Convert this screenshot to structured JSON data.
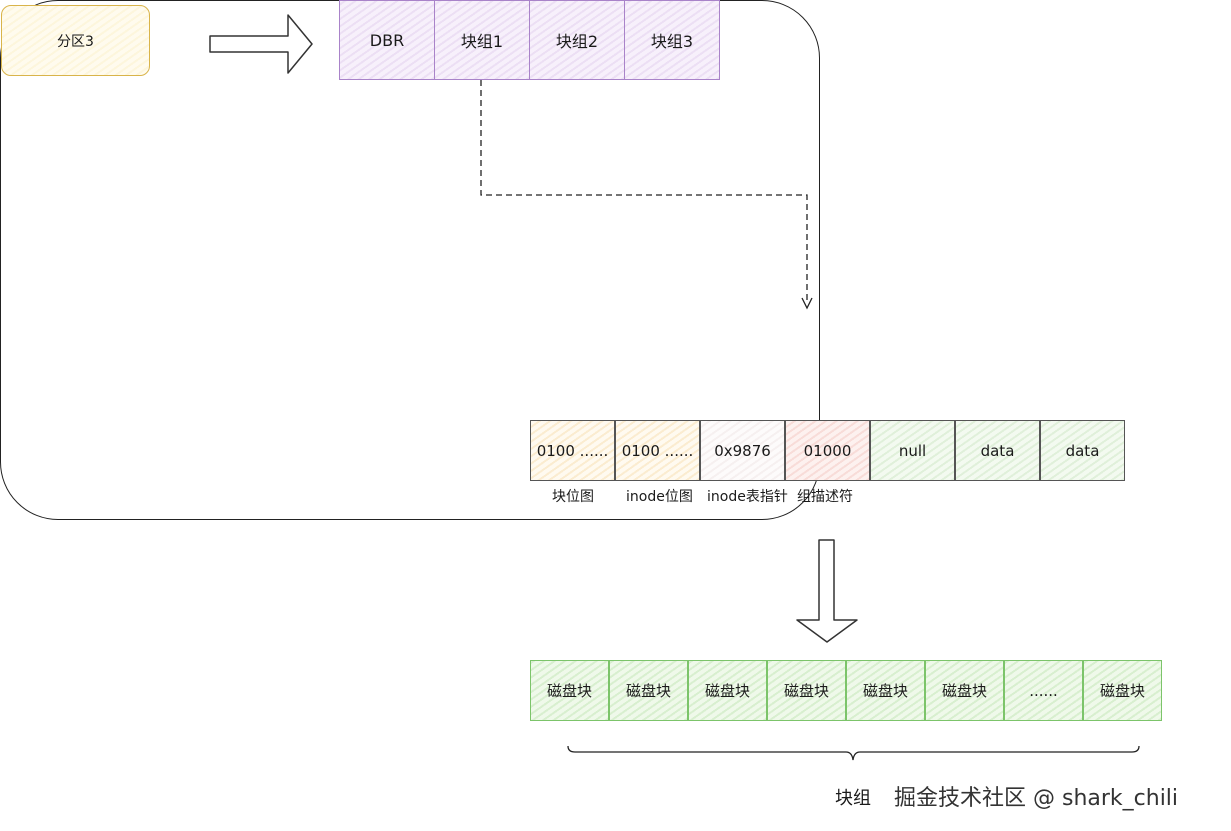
{
  "partition": {
    "label": "分区3"
  },
  "block_groups": [
    "DBR",
    "块组1",
    "块组2",
    "块组3"
  ],
  "group_metadata": {
    "cells": [
      "0100 ......",
      "0100 ......",
      "0x9876",
      "01000",
      "null",
      "data",
      "data"
    ],
    "labels": [
      "块位图",
      "inode位图",
      "inode表指针",
      "组描述符"
    ]
  },
  "disk_blocks": [
    "磁盘块",
    "磁盘块",
    "磁盘块",
    "磁盘块",
    "磁盘块",
    "磁盘块",
    "......",
    "磁盘块"
  ],
  "brace_label": "块组",
  "watermark": "掘金技术社区 @ shark_chili",
  "colors": {
    "partition_border": "#d9b44a",
    "group_border": "#a983c9",
    "disk_border": "#7cc46a",
    "meta_bitmap_fill": "#fdf2dc",
    "meta_pointer_fill": "#fbe7e3",
    "meta_data_fill": "#e9f5e4"
  }
}
